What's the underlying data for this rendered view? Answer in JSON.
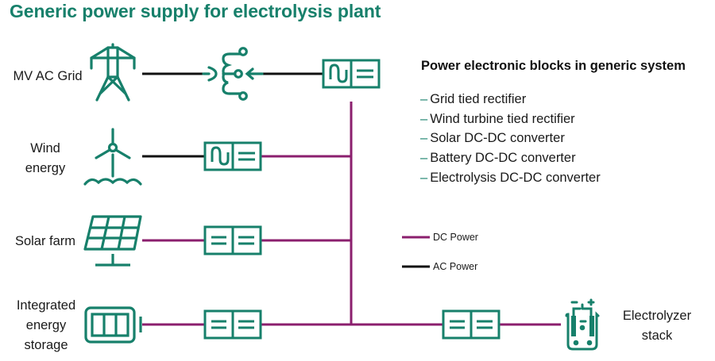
{
  "title": "Generic power supply for electrolysis plant",
  "colors": {
    "accent": "#17806b",
    "dc_line": "#8b1f6e",
    "ac_line": "#111111"
  },
  "sources": [
    {
      "label_lines": [
        "MV AC Grid"
      ],
      "icon": "transmission-tower-icon",
      "link": "ac"
    },
    {
      "label_lines": [
        "Wind",
        "energy"
      ],
      "icon": "wind-turbine-icon",
      "link": "ac"
    },
    {
      "label_lines": [
        "Solar farm"
      ],
      "icon": "solar-panel-icon",
      "link": "dc"
    },
    {
      "label_lines": [
        "Integrated",
        "energy",
        "storage"
      ],
      "icon": "battery-icon",
      "link": "dc"
    }
  ],
  "converters": [
    {
      "name": "grid-rectifier",
      "type": "AC/DC"
    },
    {
      "name": "wind-rectifier",
      "type": "AC/DC"
    },
    {
      "name": "solar-dcdc",
      "type": "DC/DC"
    },
    {
      "name": "battery-dcdc",
      "type": "DC/DC"
    },
    {
      "name": "electrolysis-dcdc",
      "type": "DC/DC"
    }
  ],
  "transformer": {
    "icon": "tap-changer-transformer-icon"
  },
  "load": {
    "label_lines": [
      "Electrolyzer",
      "stack"
    ],
    "icon": "electrolyzer-icon"
  },
  "legend": {
    "dc": "DC Power",
    "ac": "AC Power"
  },
  "side_panel": {
    "heading": "Power electronic blocks in generic system",
    "dash": "–",
    "items": [
      "Grid tied rectifier",
      "Wind turbine tied rectifier",
      "Solar DC-DC converter",
      "Battery DC-DC converter",
      "Electrolysis DC-DC converter"
    ]
  }
}
